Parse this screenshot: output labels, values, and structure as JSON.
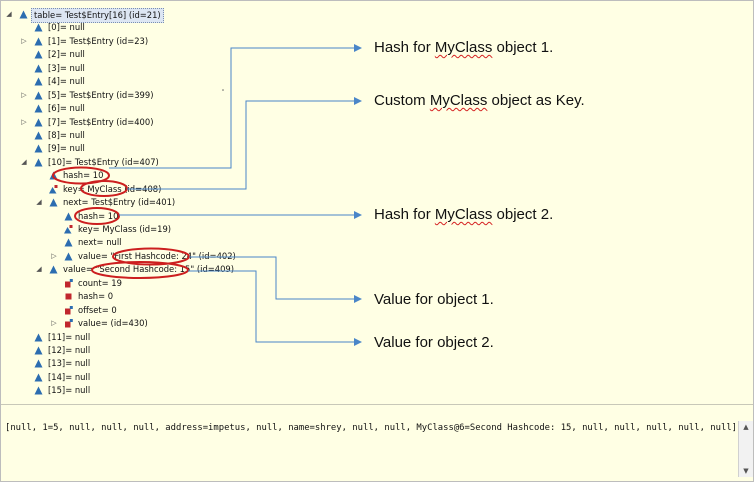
{
  "tree": {
    "rows": [
      {
        "label": "table= Test$Entry[16]  (id=21)",
        "tw": "◢",
        "icon": "field-public"
      },
      {
        "label": "[0]= null",
        "tw": "",
        "icon": "field-public"
      },
      {
        "label": "[1]= Test$Entry  (id=23)",
        "tw": "▷",
        "icon": "field-public"
      },
      {
        "label": "[2]= null",
        "tw": "",
        "icon": "field-public"
      },
      {
        "label": "[3]= null",
        "tw": "",
        "icon": "field-public"
      },
      {
        "label": "[4]= null",
        "tw": "",
        "icon": "field-public"
      },
      {
        "label": "[5]= Test$Entry  (id=399)",
        "tw": "▷",
        "icon": "field-public"
      },
      {
        "label": "[6]= null",
        "tw": "",
        "icon": "field-public"
      },
      {
        "label": "[7]= Test$Entry  (id=400)",
        "tw": "▷",
        "icon": "field-public"
      },
      {
        "label": "[8]= null",
        "tw": "",
        "icon": "field-public"
      },
      {
        "label": "[9]= null",
        "tw": "",
        "icon": "field-public"
      },
      {
        "label": "[10]= Test$Entry  (id=407)",
        "tw": "◢",
        "icon": "field-public"
      },
      {
        "label": "hash= 10",
        "tw": "",
        "icon": "field-public"
      },
      {
        "label": "key= MyClass  (id=408)",
        "tw": "",
        "icon": "field-final"
      },
      {
        "label": "next= Test$Entry  (id=401)",
        "tw": "◢",
        "icon": "field-public"
      },
      {
        "label": "hash= 10",
        "tw": "",
        "icon": "field-public"
      },
      {
        "label": "key= MyClass  (id=19)",
        "tw": "",
        "icon": "field-final"
      },
      {
        "label": "next= null",
        "tw": "",
        "icon": "field-public"
      },
      {
        "label": "value= \"First Hashcode: 24\"  (id=402)",
        "tw": "▷",
        "icon": "field-public"
      },
      {
        "label": "value= \"Second Hashcode: 15\"  (id=409)",
        "tw": "◢",
        "icon": "field-public"
      },
      {
        "label": "count= 19",
        "tw": "",
        "icon": "field-private-final"
      },
      {
        "label": "hash= 0",
        "tw": "",
        "icon": "field-private"
      },
      {
        "label": "offset= 0",
        "tw": "",
        "icon": "field-private-final"
      },
      {
        "label": "value=  (id=430)",
        "tw": "▷",
        "icon": "field-private-final"
      },
      {
        "label": "[11]= null",
        "tw": "",
        "icon": "field-public"
      },
      {
        "label": "[12]= null",
        "tw": "",
        "icon": "field-public"
      },
      {
        "label": "[13]= null",
        "tw": "",
        "icon": "field-public"
      },
      {
        "label": "[14]= null",
        "tw": "",
        "icon": "field-public"
      },
      {
        "label": "[15]= null",
        "tw": "",
        "icon": "field-public"
      }
    ]
  },
  "annotations": {
    "note1": {
      "pre": "Hash for ",
      "word": "MyClass",
      "post": " object 1."
    },
    "note2": {
      "pre": "Custom ",
      "word": "MyClass",
      "post": " object as Key."
    },
    "note3": {
      "pre": "Hash for ",
      "word": "MyClass",
      "post": " object 2."
    },
    "note4": {
      "pre": "Value for object 1.",
      "word": "",
      "post": ""
    },
    "note5": {
      "pre": "Value for object 2.",
      "word": "",
      "post": ""
    }
  },
  "console": {
    "output": "[null, 1=5, null, null, null, address=impetus, null, name=shrey, null, null, MyClass@6=Second Hashcode: 15, null, null, null, null, null]"
  },
  "scrollbar": {
    "up": "▲",
    "down": "▼"
  },
  "colors": {
    "background": "#ffffe4",
    "public_field": "#2c6db0",
    "private_field": "#c0272d",
    "annotation_ring": "#cc1f1f",
    "arrow": "#4a86c8",
    "selection": "#dde6f3"
  }
}
